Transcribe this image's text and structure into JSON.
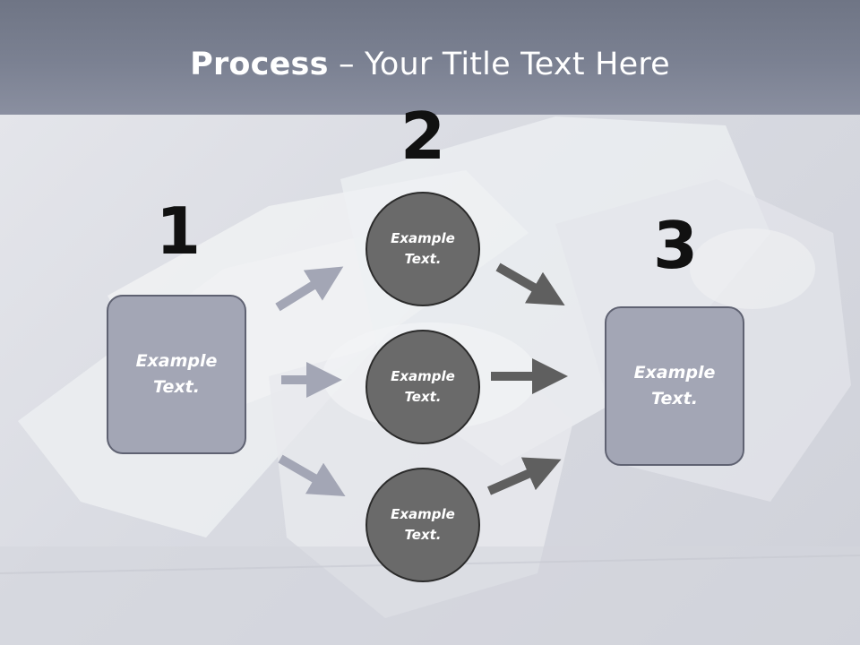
{
  "slide": {
    "title_bold": "Process",
    "title_rest": " – Your Title Text Here",
    "colors": {
      "title_band": "#777c8c",
      "box_fill": "#a3a6b5",
      "box_border": "#5f6272",
      "circle_fill": "#6a6a6a",
      "circle_border": "#2b2b2b",
      "arrow_light": "#a3a6b5",
      "arrow_dark": "#5f5f5f",
      "number_color": "#111111"
    }
  },
  "steps": {
    "step1": {
      "number": "1",
      "label": "Example\nText."
    },
    "step2": {
      "number": "2"
    },
    "step3": {
      "number": "3",
      "label": "Example\nText."
    }
  },
  "nodes": [
    {
      "label": "Example\nText."
    },
    {
      "label": "Example\nText."
    },
    {
      "label": "Example\nText."
    }
  ]
}
